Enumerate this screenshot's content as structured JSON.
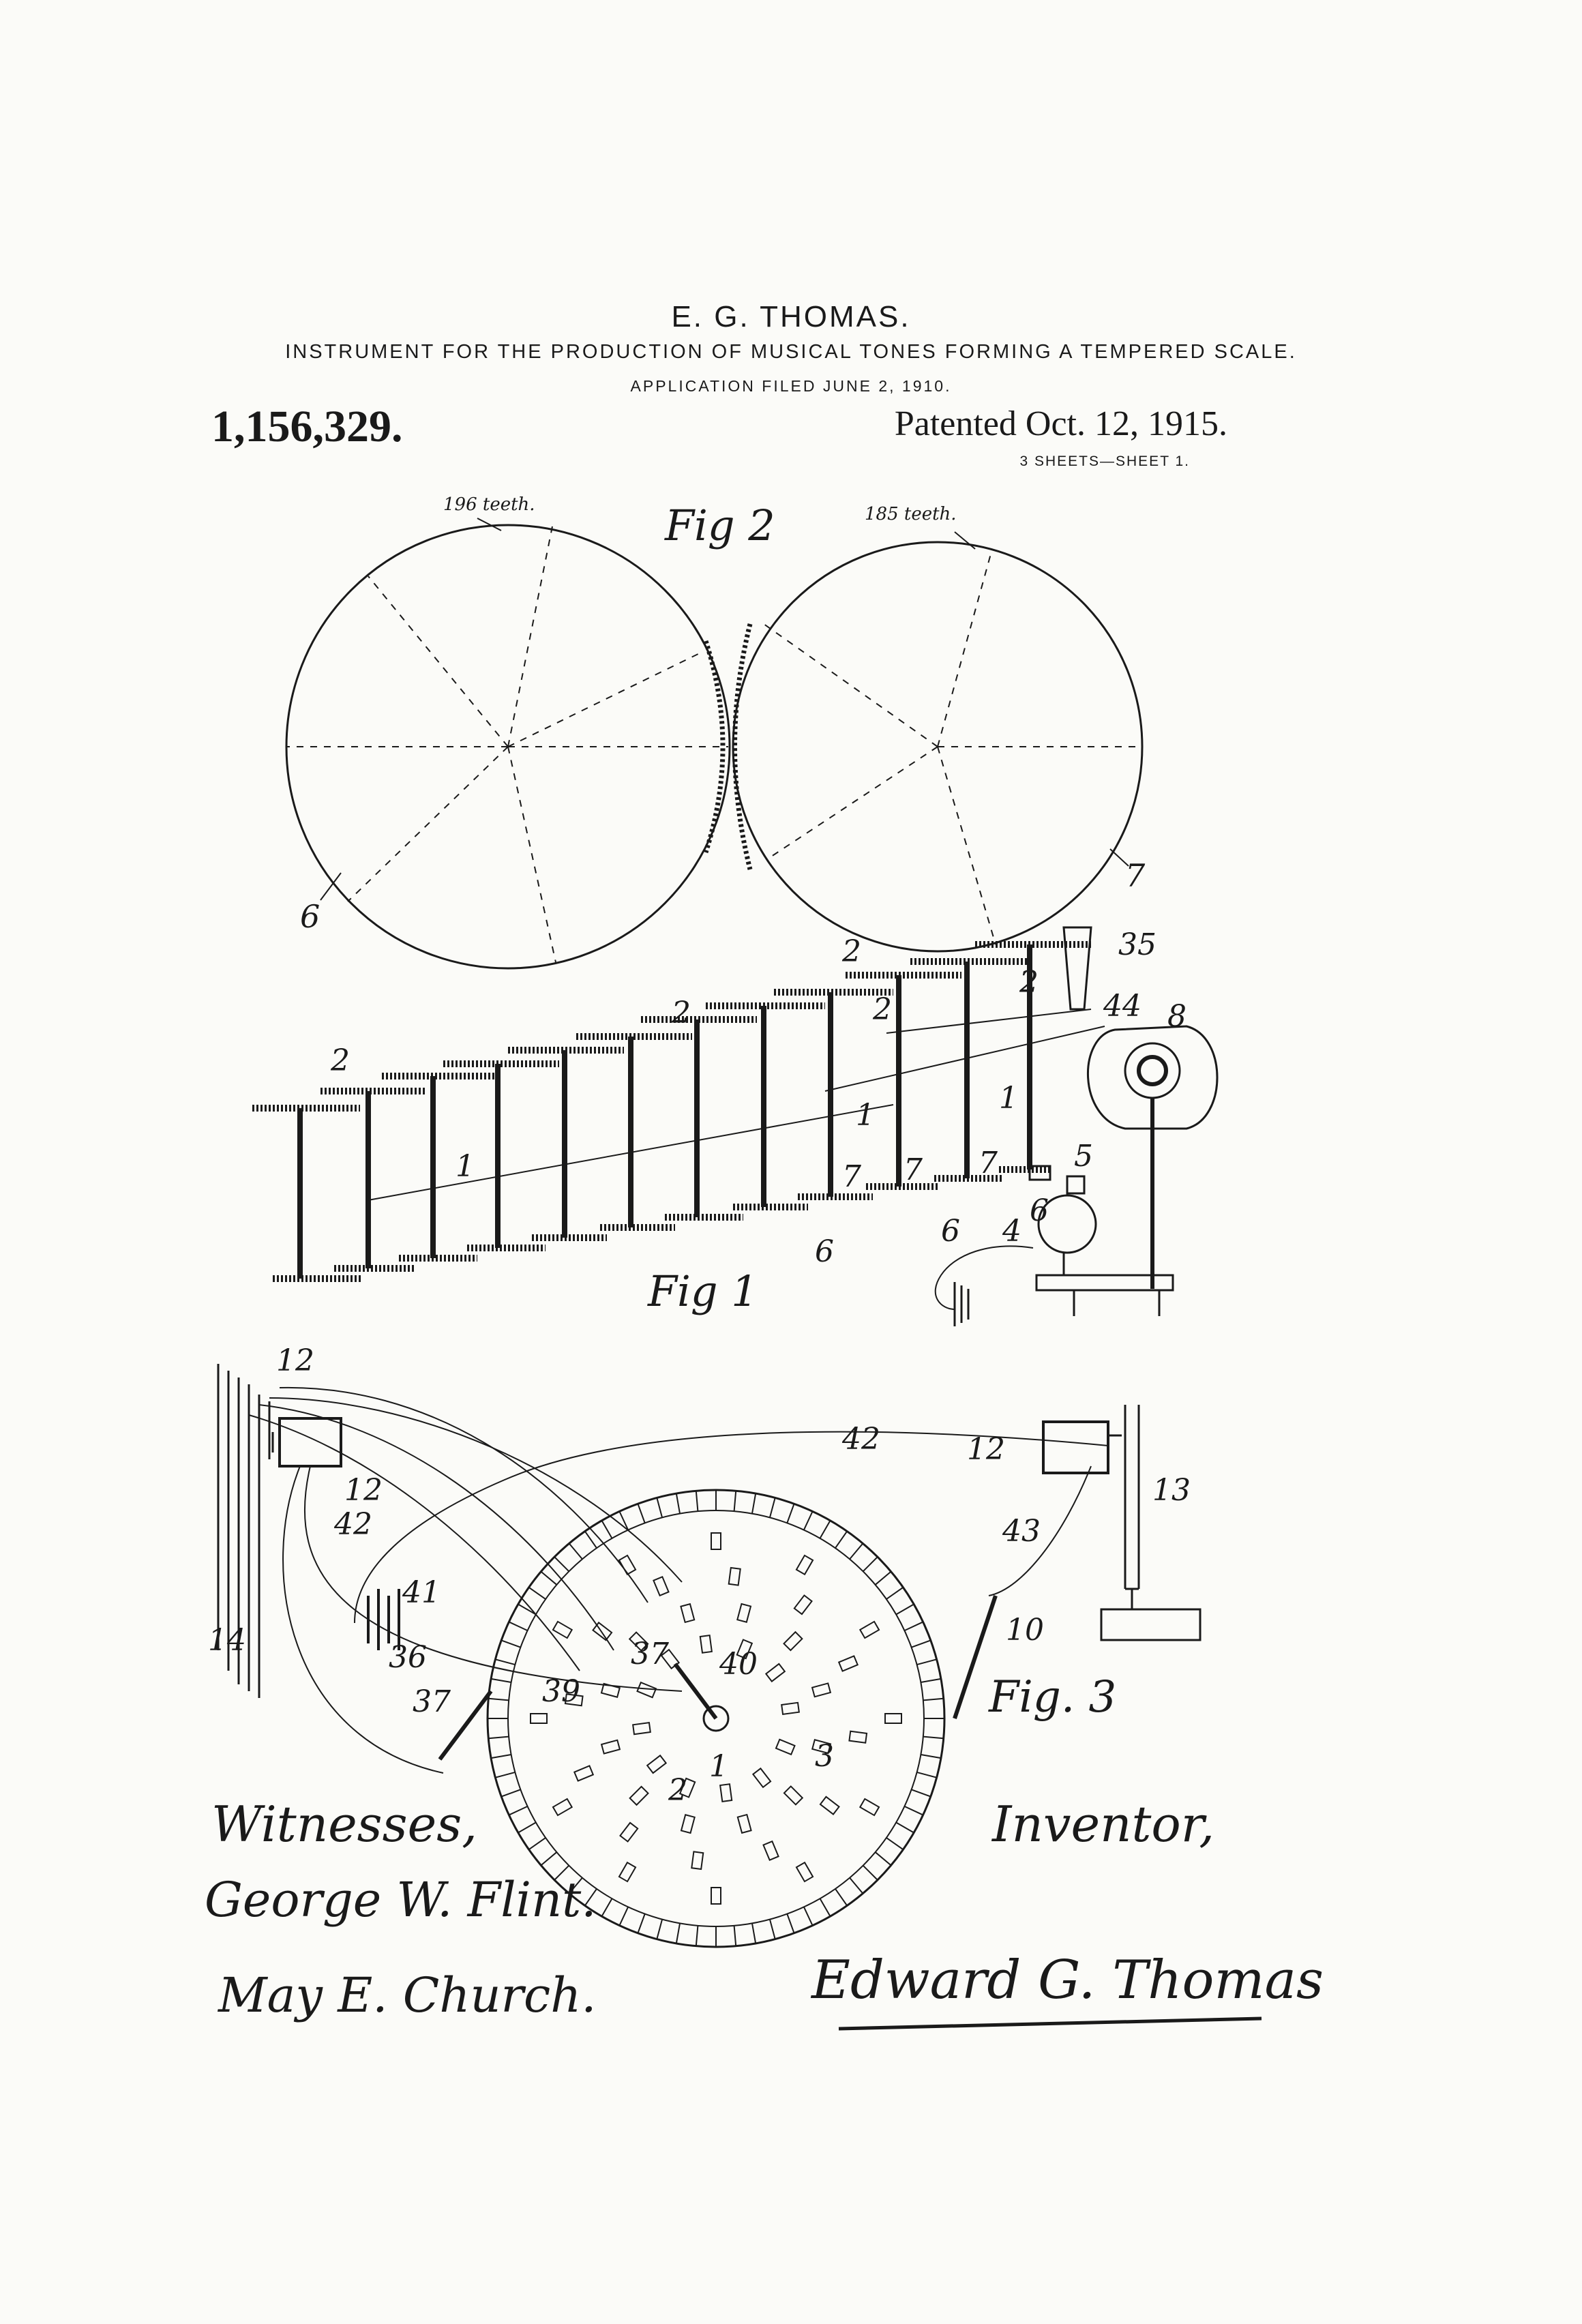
{
  "header": {
    "inventor": "E. G. THOMAS.",
    "title": "INSTRUMENT FOR THE PRODUCTION OF MUSICAL TONES FORMING A TEMPERED SCALE.",
    "application": "APPLICATION FILED JUNE 2, 1910.",
    "patent_number": "1,156,329.",
    "patented": "Patented Oct. 12, 1915.",
    "sheets": "3 SHEETS—SHEET 1."
  },
  "fig2": {
    "caption": "Fig 2",
    "left_gear_teeth": "196 teeth.",
    "right_gear_teeth": "185 teeth.",
    "left_ref": "6",
    "right_ref": "7"
  },
  "fig1": {
    "caption": "Fig 1",
    "refs": [
      "2",
      "2",
      "2",
      "2",
      "2",
      "1",
      "1",
      "1",
      "7",
      "7",
      "7",
      "6",
      "6",
      "6",
      "5",
      "4",
      "8",
      "35",
      "44"
    ]
  },
  "fig3": {
    "caption": "Fig. 3",
    "refs": [
      "12",
      "12",
      "12",
      "42",
      "42",
      "43",
      "13",
      "14",
      "41",
      "36",
      "37",
      "37",
      "39",
      "40",
      "10",
      "1",
      "2",
      "3"
    ]
  },
  "signatures": {
    "witnesses_label": "Witnesses,",
    "inventor_label": "Inventor,",
    "witness_1": "George W. Flint.",
    "witness_2": "May E. Church.",
    "inventor": "Edward G. Thomas"
  }
}
